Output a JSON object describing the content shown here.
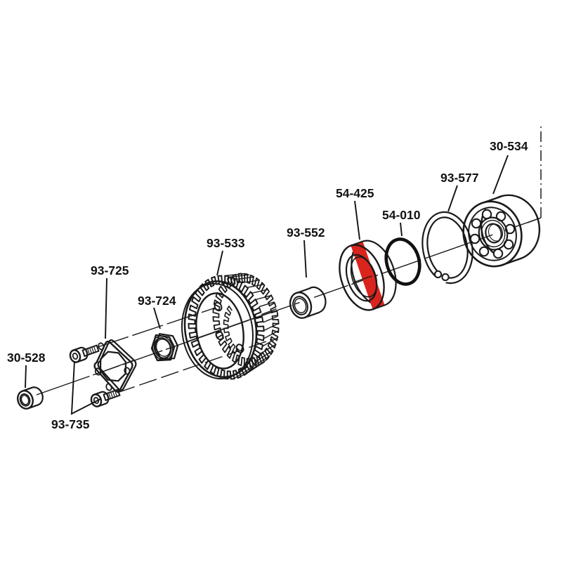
{
  "diagram": {
    "type": "exploded-parts-diagram",
    "background_color": "#ffffff",
    "line_color": "#1a1a1a",
    "highlight_color": "#d9251d"
  },
  "parts": [
    {
      "label": "30-528",
      "part": "spacer-bushing",
      "highlighted": false
    },
    {
      "label": "93-735",
      "part": "socket-head-screws",
      "highlighted": false
    },
    {
      "label": "93-725",
      "part": "retainer-plate",
      "highlighted": false
    },
    {
      "label": "93-724",
      "part": "hex-nut",
      "highlighted": false
    },
    {
      "label": "93-533",
      "part": "belt-pulley",
      "highlighted": false
    },
    {
      "label": "93-552",
      "part": "spacer-sleeve",
      "highlighted": false
    },
    {
      "label": "54-425",
      "part": "spacer-ring",
      "highlighted": true
    },
    {
      "label": "54-010",
      "part": "o-ring",
      "highlighted": false
    },
    {
      "label": "93-577",
      "part": "retaining-ring",
      "highlighted": false
    },
    {
      "label": "30-534",
      "part": "ball-bearing",
      "highlighted": false
    }
  ]
}
